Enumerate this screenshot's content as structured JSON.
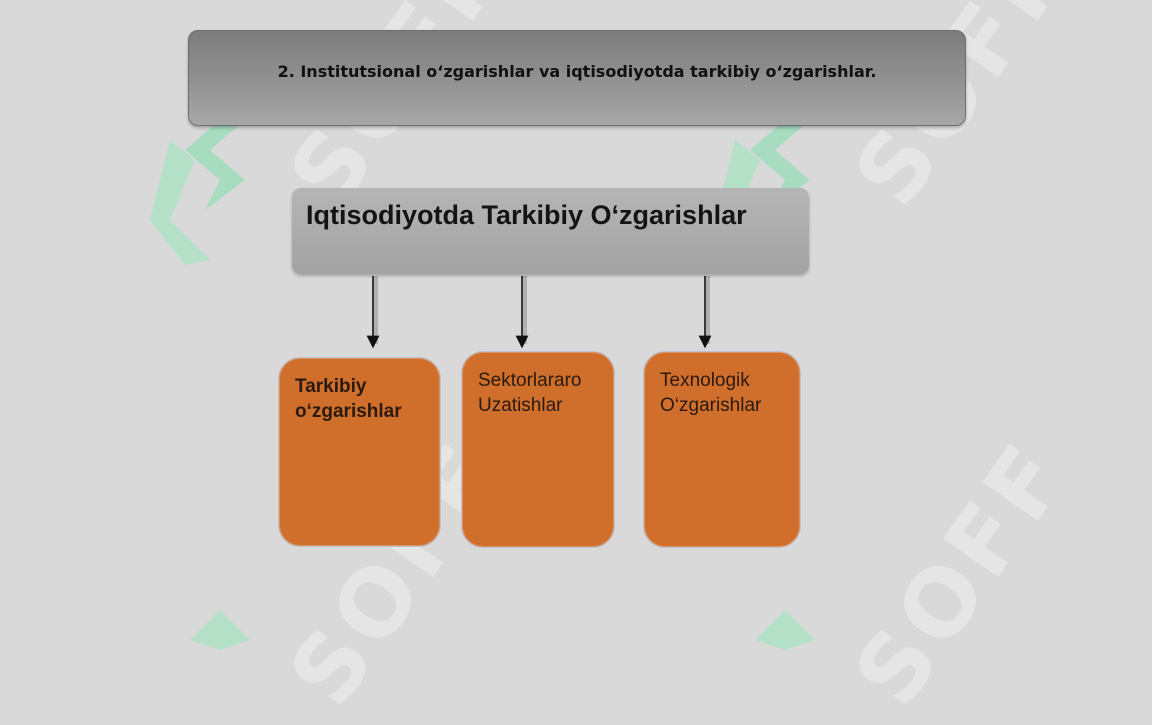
{
  "slide": {
    "header": "2. Institutsional o‘zgarishlar va iqtisodiyotda tarkibiy o‘zgarishlar."
  },
  "diagram": {
    "root": "Iqtisodiyotda Tarkibiy O‘zgarishlar",
    "children": [
      {
        "label": "Tarkibiy\no‘zgarishlar"
      },
      {
        "label": "Sektorlararo\nUzatishlar"
      },
      {
        "label": "Texnologik\nO‘zgarishlar"
      }
    ]
  },
  "watermark": {
    "text": "SOFF",
    "accent_color": "#4cd28a"
  },
  "colors": {
    "background": "#d9d9d9",
    "box_orange": "#d06e2c",
    "root_gray": "#aaaaaa"
  }
}
